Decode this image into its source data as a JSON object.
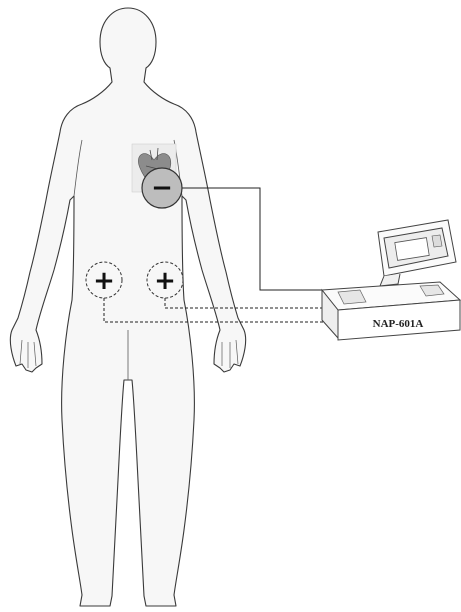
{
  "device": {
    "model_label": "NAP-601A"
  },
  "electrodes": [
    {
      "polarity": "negative",
      "symbol": "−",
      "site": "chest"
    },
    {
      "polarity": "positive",
      "symbol": "+",
      "site": "right-abdomen"
    },
    {
      "polarity": "positive",
      "symbol": "+",
      "site": "left-abdomen"
    }
  ],
  "colors": {
    "outline": "#3a3a3a",
    "body_fill": "#f7f7f7",
    "negative_electrode_fill": "#bdbdbd",
    "wire": "#222222"
  }
}
